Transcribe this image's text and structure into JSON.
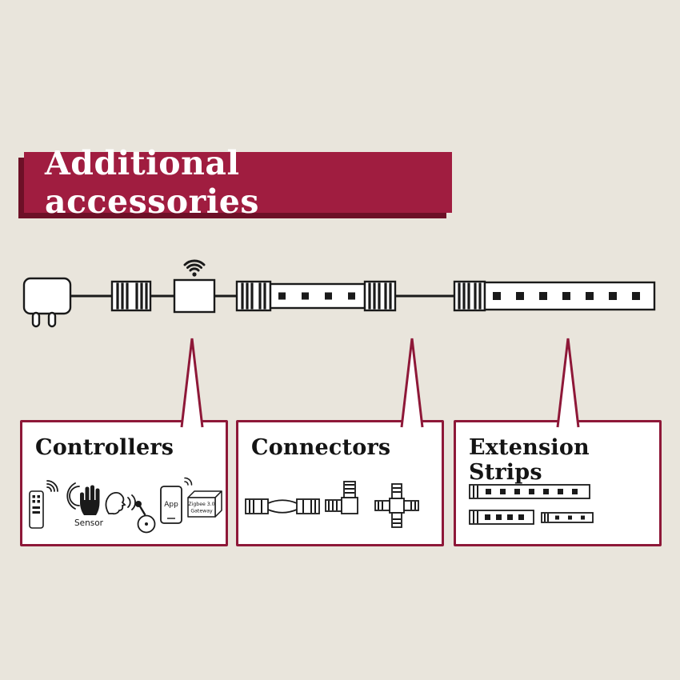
{
  "banner": {
    "title": "Additional accessories"
  },
  "colors": {
    "background": "#e9e5dc",
    "primary_red": "#a01d40",
    "shadow_red": "#6d1027",
    "border_red": "#8e1838",
    "outline": "#1a1a1a"
  },
  "diagram": {
    "parts": [
      {
        "name": "power-plug"
      },
      {
        "name": "clip-connector"
      },
      {
        "name": "wifi-controller"
      },
      {
        "name": "clip-connector"
      },
      {
        "name": "led-strip"
      },
      {
        "name": "clip-connector"
      },
      {
        "name": "connection-cable"
      },
      {
        "name": "clip-connector"
      },
      {
        "name": "led-extension-strip"
      }
    ]
  },
  "callouts": [
    {
      "title": "Controllers",
      "labels": {
        "sensor": "Sensor",
        "app": "App",
        "gateway_line1": "Zigbee 3.0",
        "gateway_line2": "Gateway"
      }
    },
    {
      "title": "Connectors"
    },
    {
      "title": "Extension Strips"
    }
  ]
}
